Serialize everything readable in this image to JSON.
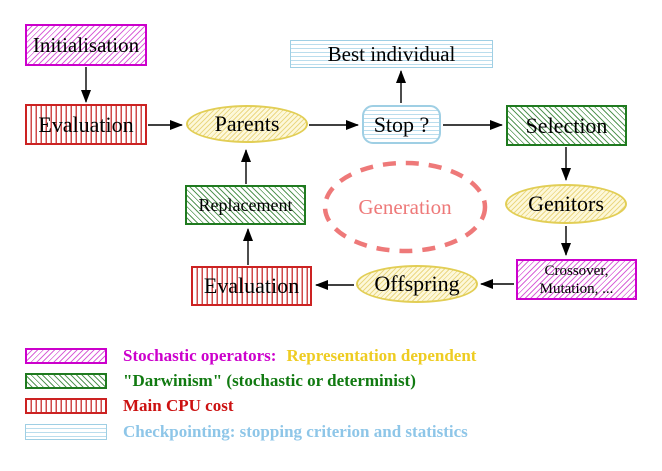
{
  "nodes": {
    "initialisation": "Initialisation",
    "evaluation_top": "Evaluation",
    "parents": "Parents",
    "best_individual": "Best individual",
    "stop": "Stop ?",
    "selection": "Selection",
    "replacement": "Replacement",
    "genitors": "Genitors",
    "generation": "Generation",
    "offspring": "Offspring",
    "evaluation_bottom": "Evaluation",
    "crossover_line1": "Crossover,",
    "crossover_line2": "Mutation, ..."
  },
  "legend": {
    "items": [
      {
        "pattern": "magenta-diagonal-hatch",
        "text1": "Stochastic operators:",
        "text2": "Representation dependent"
      },
      {
        "pattern": "green-diagonal-hatch",
        "text1": "\"Darwinism\" (stochastic or determinist)"
      },
      {
        "pattern": "red-vertical-stripes",
        "text1": "Main CPU cost"
      },
      {
        "pattern": "cyan-horizontal-stripes",
        "text1": "Checkpointing: stopping criterion and statistics"
      }
    ]
  },
  "colors": {
    "magenta": "#cc00cc",
    "green": "#1f7a1f",
    "red": "#cc2222",
    "cyan": "#9fcfe4",
    "yellow": "#e2ce55",
    "gold_text": "#eecc22",
    "salmon": "#ee7979",
    "legend_blue_text": "#8ec6e8",
    "arrow": "#000000"
  }
}
